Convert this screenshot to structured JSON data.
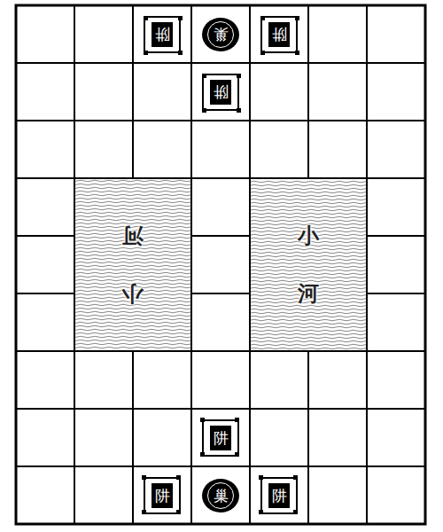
{
  "diagram": {
    "nodes": [
      {
        "text": [
          "阱"
        ]
      },
      {
        "text": [
          "巢"
        ]
      },
      {
        "text": [
          "阱"
        ]
      },
      {
        "text": [
          "阱"
        ]
      },
      {
        "text": [
          "小河"
        ]
      },
      {
        "text": [
          "小河"
        ]
      },
      {
        "text": [
          "阱"
        ]
      },
      {
        "text": [
          "阱"
        ]
      },
      {
        "text": [
          "巢"
        ]
      },
      {
        "text": [
          "阱"
        ]
      }
    ]
  }
}
